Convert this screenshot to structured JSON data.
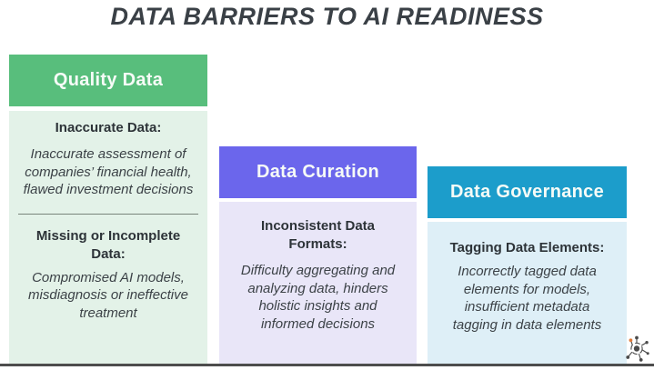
{
  "title": "DATA BARRIERS TO AI READINESS",
  "title_color": "#3A4046",
  "bottom_rule_color": "#4D4D4D",
  "divider_color": "#78857B",
  "columns": [
    {
      "header": "Quality Data",
      "header_color": "#58BE7C",
      "body_color": "#E3F2E8",
      "sections": [
        {
          "heading": "Inaccurate Data:",
          "text": "Inaccurate assessment of companies’ financial health, flawed investment decisions"
        },
        {
          "heading": "Missing or Incomplete Data:",
          "text": "Compromised AI models, misdiagnosis or ineffective treatment"
        }
      ]
    },
    {
      "header": "Data Curation",
      "header_color": "#6B66EC",
      "body_color": "#E9E6F8",
      "sections": [
        {
          "heading": "Inconsistent Data Formats:",
          "text": "Difficulty aggregating and analyzing data, hinders holistic insights and informed decisions"
        }
      ]
    },
    {
      "header": "Data Governance",
      "header_color": "#1C9DCB",
      "body_color": "#DEEFF7",
      "sections": [
        {
          "heading": "Tagging Data Elements:",
          "text": "Incorrectly tagged data elements for models, insufficient metadata tagging in data elements"
        }
      ]
    }
  ],
  "logo": {
    "name": "network-logo-icon",
    "primary_color": "#4A4A4A",
    "accent_color": "#E07B39"
  }
}
